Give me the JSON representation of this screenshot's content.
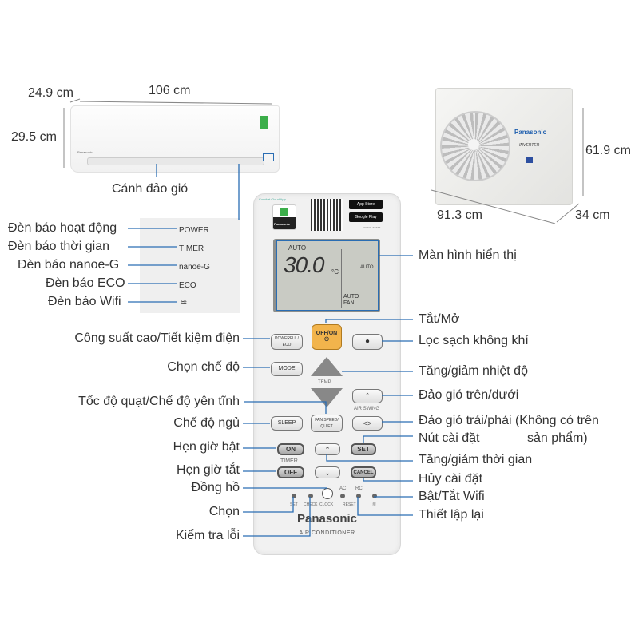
{
  "indoor_unit": {
    "depth": "24.9 cm",
    "width": "106 cm",
    "height": "29.5 cm",
    "brand": "Panasonic",
    "swing_flap": "Cánh đảo gió"
  },
  "outdoor_unit": {
    "width": "91.3 cm",
    "depth": "34 cm",
    "height": "61.9 cm",
    "brand": "Panasonic",
    "tag": "INVERTER"
  },
  "indicators": {
    "labels": [
      "Đèn báo hoạt động",
      "Đèn báo thời gian",
      "Đèn báo nanoe-G",
      "Đèn báo ECO",
      "Đèn báo Wifi"
    ],
    "panel": [
      "POWER",
      "TIMER",
      "nanoe-G",
      "ECO"
    ]
  },
  "remote": {
    "app": "Comfort Cloud App",
    "brand_small": "Panasonic",
    "app_store": "App Store",
    "google_play": "Google Play",
    "model": "ACXF71-XXXXX",
    "lcd": {
      "mode": "AUTO",
      "temp": "30.0",
      "unit": "°C",
      "swing": "AUTO",
      "fan": "AUTO",
      "fan2": "FAN"
    },
    "buttons": {
      "offon": "OFF/ON",
      "powerful": "POWERFUL/ ECO",
      "mode": "MODE",
      "temp": "TEMP",
      "air_swing": "AIR SWING",
      "sleep": "SLEEP",
      "fan_speed": "FAN SPEED/ QUIET",
      "on": "ON",
      "timer": "TIMER",
      "off": "OFF",
      "set": "SET",
      "cancel": "CANCEL"
    },
    "small": {
      "set": "SET",
      "check": "CHECK",
      "clock": "CLOCK",
      "ac": "AC",
      "rc": "RC",
      "reset": "RESET"
    },
    "brand": "Panasonic",
    "product": "AIR CONDITIONER"
  },
  "callouts_left": [
    "Công suất cao/Tiết kiệm điện",
    "Chọn chế độ",
    "Tốc độ quạt/Chế độ yên tĩnh",
    "Chế độ ngủ",
    "Hẹn giờ bật",
    "Hẹn giờ tắt",
    "Đồng hồ",
    "Chọn",
    "Kiểm tra lỗi"
  ],
  "callouts_right": [
    "Màn hình hiển thị",
    "Tắt/Mở",
    "Lọc sạch không khí",
    "Tăng/giảm nhiệt độ",
    "Đảo gió trên/dưới",
    "Đảo gió trái/phải (Không có trên",
    "sản phẩm)",
    "Nút cài đặt",
    "Tăng/giảm thời gian",
    "Hủy cài đặt",
    "Bật/Tắt Wifi",
    "Thiết lập lại"
  ],
  "colors": {
    "callout": "#2a6db3",
    "offon": "#f2b44c",
    "lcd": "#c9cbc4"
  }
}
